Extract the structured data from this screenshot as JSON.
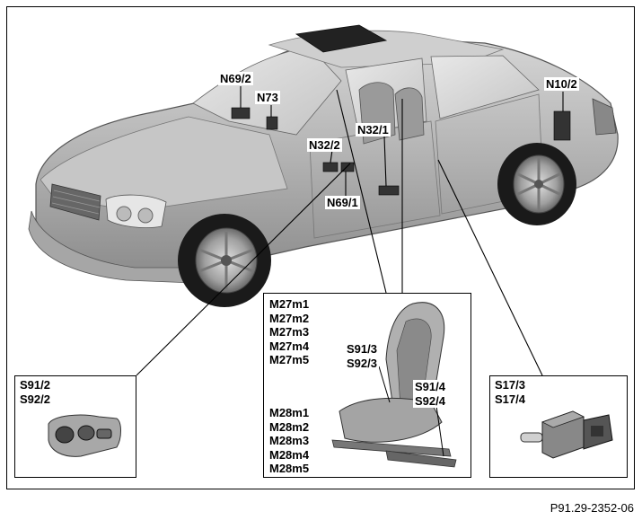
{
  "callouts": {
    "n69_2": "N69/2",
    "n73": "N73",
    "n32_2": "N32/2",
    "n32_1": "N32/1",
    "n69_1": "N69/1",
    "n10_2": "N10/2"
  },
  "left_box": {
    "items": [
      "S91/2",
      "S92/2"
    ]
  },
  "center_box": {
    "m27": [
      "M27m1",
      "M27m2",
      "M27m3",
      "M27m4",
      "M27m5"
    ],
    "m28": [
      "M28m1",
      "M28m2",
      "M28m3",
      "M28m4",
      "M28m5"
    ],
    "switch_a": [
      "S91/3",
      "S92/3"
    ],
    "switch_b": [
      "S91/4",
      "S92/4"
    ]
  },
  "right_box": {
    "items": [
      "S17/3",
      "S17/4"
    ]
  },
  "figure_id": "P91.29-2352-06",
  "colors": {
    "car_body": "#b8b8b8",
    "outline": "#000000",
    "background": "#ffffff"
  }
}
